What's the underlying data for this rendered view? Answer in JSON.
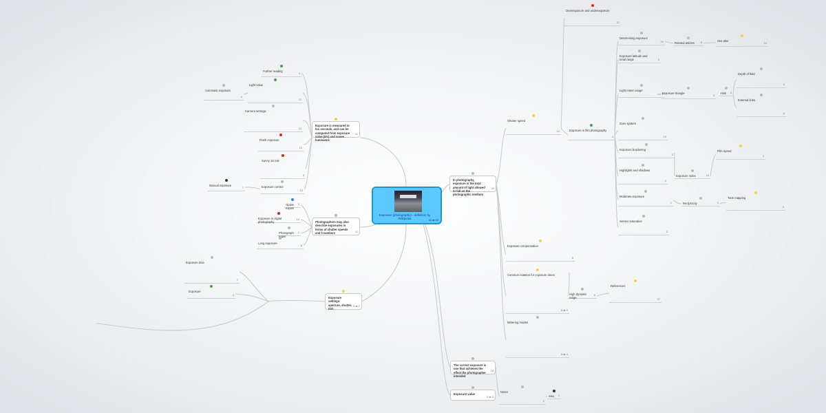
{
  "root": {
    "title": "Exposure (photography) - definition by Wikipedia",
    "meta": "40 ⇄ 43"
  },
  "nodes": {
    "n1": {
      "text": "In photography, exposure is the total amount of light allowed to fall on the photographic medium",
      "meta": "40"
    },
    "n2": {
      "text": "Exposure is measured in lux seconds, and can be computed from exposure value (EV) and scene luminance",
      "meta": "11"
    },
    "n3": {
      "text": "Photographers may also describe exposures in terms of shutter speeds and f-numbers",
      "meta": "11"
    },
    "n4": {
      "text": "Exposure settings: aperture, shutter, ISO",
      "meta": "5 ⇄ 2"
    },
    "n5": {
      "text": "The correct exposure is one that achieves the effect the photographer intended",
      "meta": "18"
    },
    "n6": {
      "text": "Exposure value",
      "meta": "4 ⇄ 3"
    },
    "n7": {
      "text": "Shutter speed",
      "meta": "12"
    },
    "n8": {
      "text": "Exposure compensation",
      "meta": "6"
    },
    "n9": {
      "text": "Common notation for exposure times",
      "meta": "8 ⇄ 9"
    },
    "n10": {
      "text": "Metering modes",
      "meta": "9 ⇄ 4"
    },
    "n11": {
      "text": "Overexposure and underexposure",
      "meta": "12"
    },
    "n12": {
      "text": "Exposure in film photography",
      "meta": "4"
    },
    "n13": {
      "text": "Determining exposure",
      "meta": "24"
    },
    "n14": {
      "text": "Exposure latitude and tonal range",
      "meta": "2"
    },
    "n15": {
      "text": "Light meter usage",
      "meta": "7"
    },
    "n16": {
      "text": "Zone system",
      "meta": "19"
    },
    "n17": {
      "text": "Exposure bracketing",
      "meta": "3"
    },
    "n18": {
      "text": "Highlights and shadows",
      "meta": "5"
    },
    "n19": {
      "text": "Moderate exposure",
      "meta": "1"
    },
    "n20": {
      "text": "Sensor saturation",
      "meta": "2"
    },
    "n21": {
      "text": "Related articles",
      "meta": "8"
    },
    "n22": {
      "text": "See also",
      "meta": "14"
    },
    "n23": {
      "text": "Exposure triangle",
      "meta": "3"
    },
    "n24": {
      "text": "Histogram",
      "meta": "3"
    },
    "n25": {
      "text": "Depth of field",
      "meta": "4"
    },
    "n26": {
      "text": "External links",
      "meta": "0"
    },
    "n27": {
      "text": "Exposure index",
      "meta": "16"
    },
    "n28": {
      "text": "Film speed",
      "meta": "2"
    },
    "n29": {
      "text": "Reciprocity",
      "meta": "4"
    },
    "n30": {
      "text": "Tone mapping",
      "meta": "0"
    },
    "n31": {
      "text": "High dynamic range",
      "meta": "6"
    },
    "n32": {
      "text": "References",
      "meta": "37"
    },
    "n33": {
      "text": "Notes",
      "meta": "2"
    },
    "n34": {
      "text": "Sources",
      "meta": "3"
    },
    "n35": {
      "text": "Further reading",
      "meta": "4"
    },
    "n36": {
      "text": "Light value",
      "meta": "11"
    },
    "n37": {
      "text": "Camera settings",
      "meta": "10"
    },
    "n38": {
      "text": "Flash exposure",
      "meta": "12"
    },
    "n39": {
      "text": "Sunny 16 rule",
      "meta": "9"
    },
    "n40": {
      "text": "Exposure control",
      "meta": "12"
    },
    "n41": {
      "text": "Automatic exposure",
      "meta": "6"
    },
    "n42": {
      "text": "Manual exposure",
      "meta": "7"
    },
    "n43": {
      "text": "Optimum exposure",
      "meta": "5"
    },
    "n44": {
      "text": "Exposure in digital photography",
      "meta": "14"
    },
    "n45": {
      "text": "Photographic paper",
      "meta": "1"
    },
    "n46": {
      "text": "Long exposure",
      "meta": "8"
    },
    "n47": {
      "text": "Exposure time",
      "meta": "7"
    },
    "n48": {
      "text": "Exposure",
      "meta": "3"
    }
  }
}
